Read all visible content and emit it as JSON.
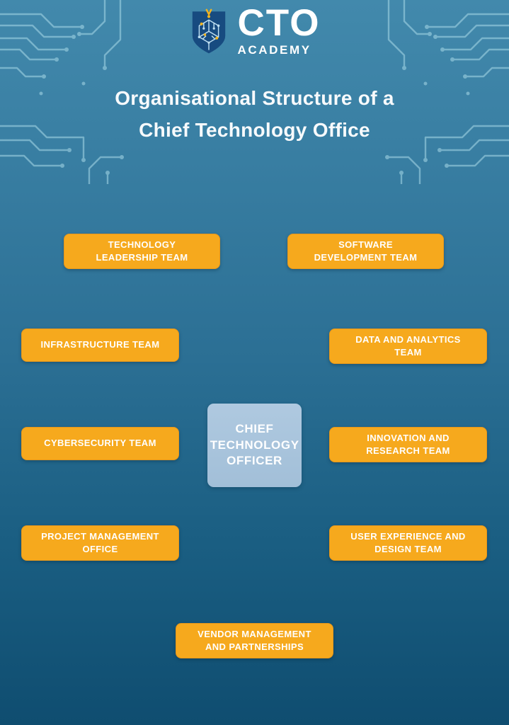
{
  "poster": {
    "background_top_color": "#4289AC",
    "background_bottom_color": "#0F4D70",
    "circuit_line_color": "#A9DAE8"
  },
  "logo": {
    "brand": "CTO",
    "brand_sub": "ACADEMY",
    "shield_color": "#174B80",
    "node_yellow_color": "#F2B41F",
    "circuit_color": "#BFE0F2"
  },
  "title": {
    "line1": "Organisational Structure of a",
    "line2": "Chief Technology Office"
  },
  "org_chart": {
    "type": "org-structure",
    "team_box_color": "#F6A91D",
    "center_box_color": "#A8C4DC",
    "center_role": {
      "label": "CHIEF TECHNOLOGY OFFICER"
    },
    "teams": [
      {
        "label": "TECHNOLOGY LEADERSHIP TEAM"
      },
      {
        "label": "SOFTWARE DEVELOPMENT TEAM"
      },
      {
        "label": "INFRASTRUCTURE TEAM"
      },
      {
        "label": "DATA AND ANALYTICS TEAM"
      },
      {
        "label": "CYBERSECURITY TEAM"
      },
      {
        "label": "INNOVATION AND RESEARCH TEAM"
      },
      {
        "label": "PROJECT MANAGEMENT OFFICE"
      },
      {
        "label": "USER EXPERIENCE AND DESIGN TEAM"
      },
      {
        "label": "VENDOR MANAGEMENT AND PARTNERSHIPS"
      }
    ]
  }
}
